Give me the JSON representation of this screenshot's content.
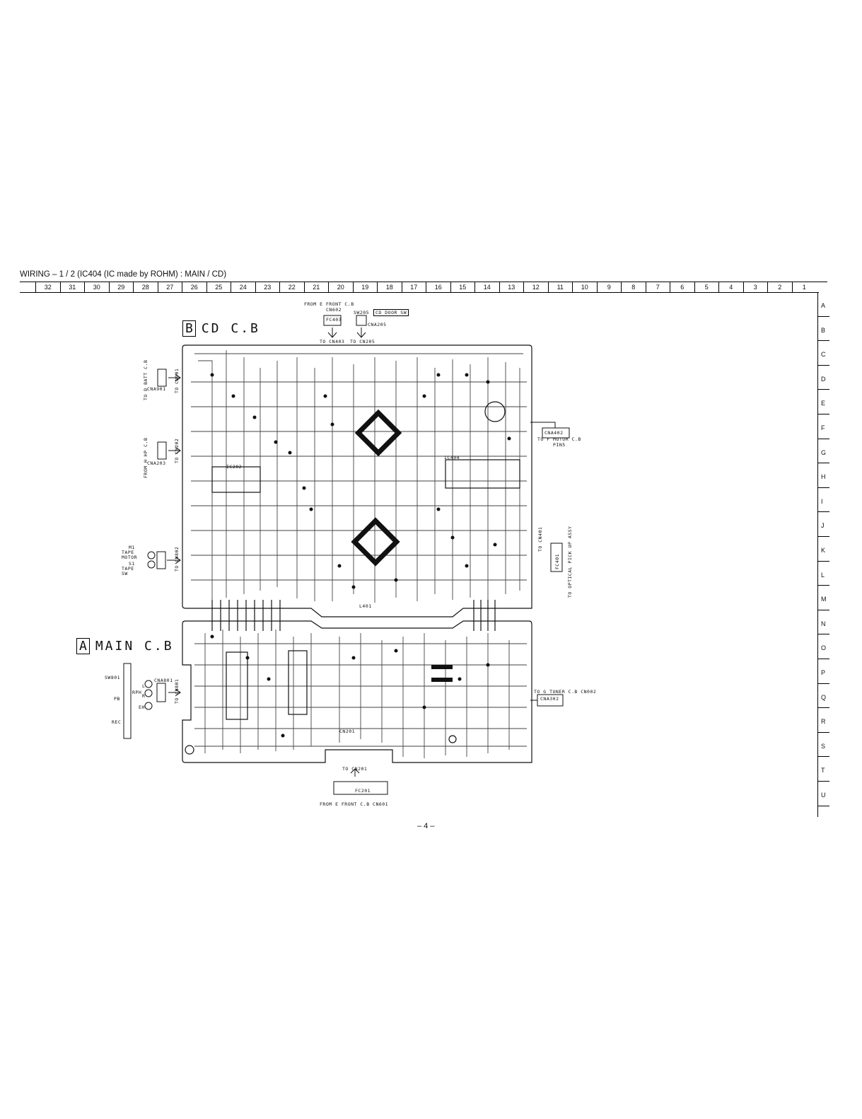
{
  "header": {
    "title": "WIRING – 1 / 2  (IC404 (IC made by ROHM) : MAIN / CD)"
  },
  "columns": [
    "32",
    "31",
    "30",
    "29",
    "28",
    "27",
    "26",
    "25",
    "24",
    "23",
    "22",
    "21",
    "20",
    "19",
    "18",
    "17",
    "16",
    "15",
    "14",
    "13",
    "12",
    "11",
    "10",
    "9",
    "8",
    "7",
    "6",
    "5",
    "4",
    "3",
    "2",
    "1"
  ],
  "rows": [
    "A",
    "B",
    "C",
    "D",
    "E",
    "F",
    "G",
    "H",
    "I",
    "J",
    "K",
    "L",
    "M",
    "N",
    "O",
    "P",
    "Q",
    "R",
    "S",
    "T",
    "U"
  ],
  "boards": {
    "cd": {
      "letter": "B",
      "name": "CD C.B"
    },
    "main": {
      "letter": "A",
      "name": "MAIN C.B"
    }
  },
  "labels": {
    "from_front_top": "FROM E FRONT C.B",
    "cn602": "CN602",
    "sw205": "SW205",
    "cd_door_sw": "CD DOOR SW",
    "fc403": "FC403",
    "cna205_top": "CNA205",
    "to_cn403": "TO CN403",
    "to_cn205": "TO CN205",
    "batt": "TO D BATT C.B",
    "cna901": "CNA901",
    "cn901": "TO CN901",
    "hp": "FROM H HP C.B",
    "cna203": "CNA203",
    "cn202": "TO CN202",
    "m1": "M1",
    "tape_motor": "TAPE MOTOR",
    "s1": "S1",
    "tape_sw": "TAPE SW",
    "cn802": "TO CN802",
    "cna402": "CNA402",
    "to_motor": "TO F MOTOR C.B",
    "pin5": "PIN5",
    "cn401": "TO CN401",
    "fc401": "FC401",
    "optical": "TO OPTICAL PICK UP ASSY",
    "sw801": "SW801",
    "pb": "PB",
    "rec": "REC",
    "cna801": "CNA801",
    "rph": "RPH",
    "l": "L",
    "r": "R",
    "eh": "EH",
    "cn801": "TO CN801",
    "to_tuner": "TO G TUNER C.B CN002",
    "cna302": "CNA302",
    "to_cn201": "TO CN201",
    "fc201": "FC201",
    "from_front_bottom": "FROM E FRONT C.B CN601",
    "cn201": "CN201",
    "ic404": "IC404",
    "ic202": "IC202",
    "l401": "L401"
  },
  "footer": {
    "page": "– 4 –"
  }
}
